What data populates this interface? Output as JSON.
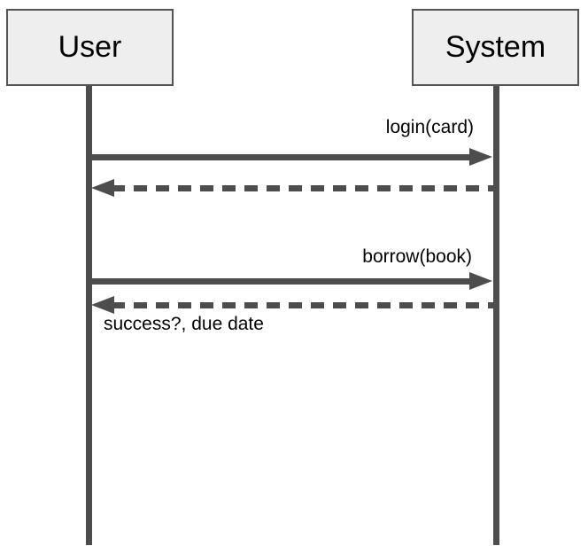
{
  "diagram": {
    "type": "uml-sequence-diagram",
    "actors": [
      {
        "name": "User"
      },
      {
        "name": "System"
      }
    ],
    "messages": [
      {
        "from": "User",
        "to": "System",
        "label": "login(card)",
        "line_style": "solid",
        "direction": "right"
      },
      {
        "from": "System",
        "to": "User",
        "label": "",
        "line_style": "dashed",
        "direction": "left"
      },
      {
        "from": "User",
        "to": "System",
        "label": "borrow(book)",
        "line_style": "solid",
        "direction": "right"
      },
      {
        "from": "System",
        "to": "User",
        "label": "success?, due date",
        "line_style": "dashed",
        "direction": "left"
      }
    ],
    "colors": {
      "line": "#4d4d4d",
      "actor_fill": "#eeeeee",
      "actor_border": "#545454",
      "label_text": "#000000",
      "background": "#ffffff"
    }
  }
}
